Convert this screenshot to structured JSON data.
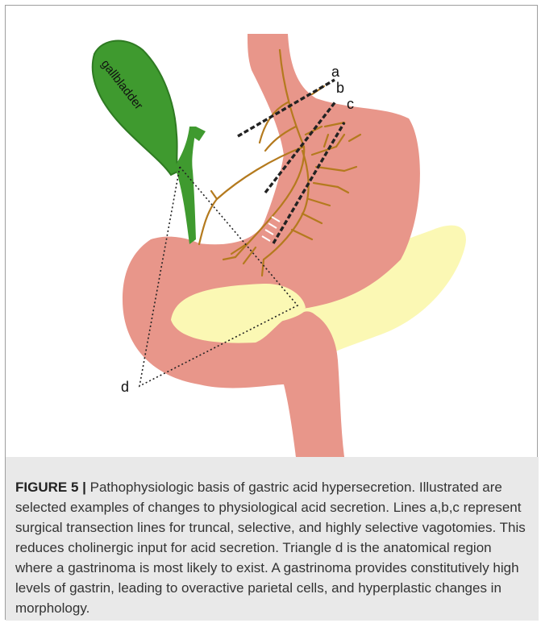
{
  "figure": {
    "organ_label": "gallbladder",
    "line_labels": [
      "a",
      "b",
      "c"
    ],
    "triangle_label": "d",
    "colors": {
      "stomach": "#e8968a",
      "pancreas": "#fbf8b4",
      "gallbladder": "#3f9a2f",
      "gallbladder_dark": "#2e7a22",
      "nerve": "#b47a1e"
    }
  },
  "caption": {
    "label": "FIGURE 5 |",
    "text": "Pathophysiologic basis of gastric acid hypersecretion. Illustrated are selected examples of changes to physiological acid secretion. Lines a,b,c represent surgical transection lines for truncal, selective, and highly selective vagotomies. This reduces cholinergic input for acid secretion. Triangle d is the anatomical region where a gastrinoma is most likely to exist. A gastrinoma provides constitutively high levels of gastrin, leading to overactive parietal cells, and hyperplastic changes in morphology."
  }
}
